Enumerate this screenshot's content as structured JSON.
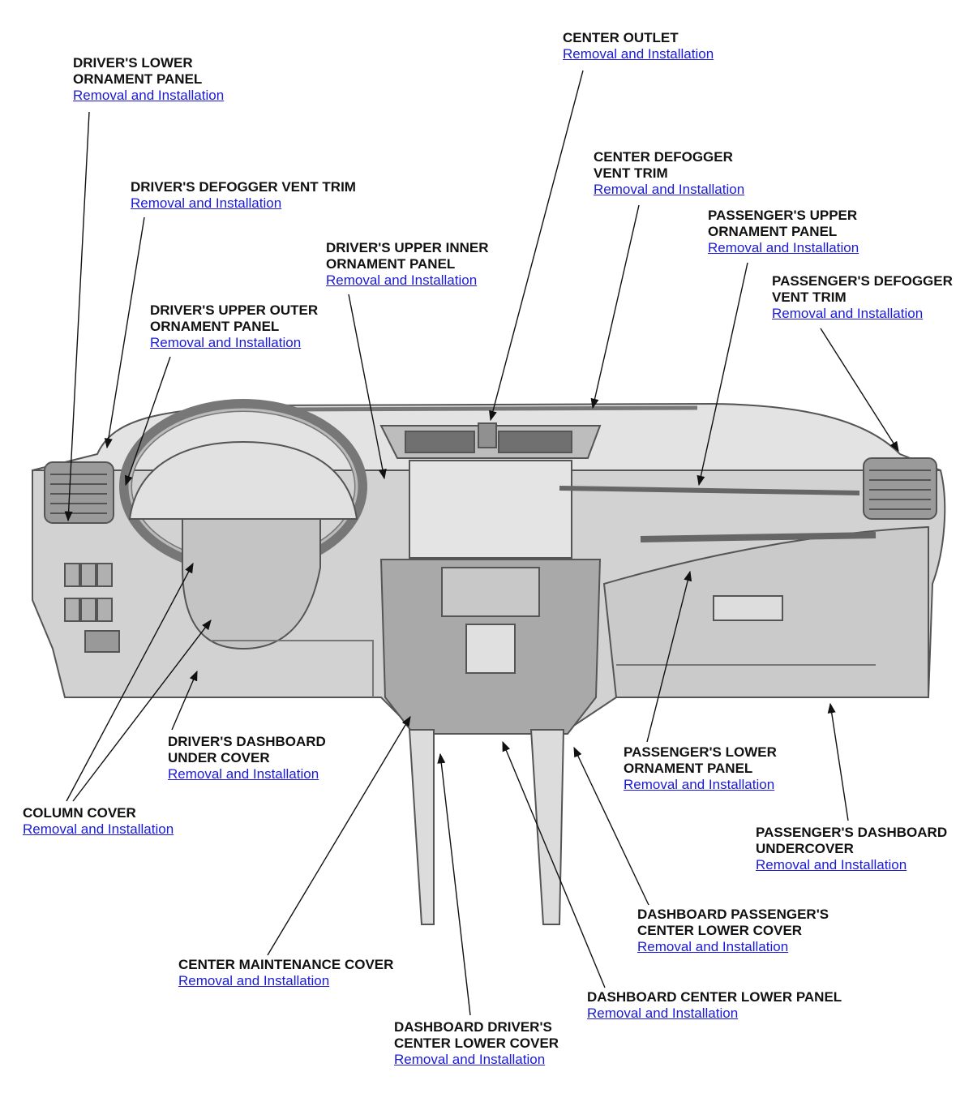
{
  "colors": {
    "link": "#1a1ad8",
    "text": "#111111",
    "leader": "#111111",
    "dash_fill": "#d4d4d4",
    "dash_dark": "#6f6f6f"
  },
  "link_text": "Removal and Installation",
  "callouts": [
    {
      "id": "drivers-lower-ornament-panel",
      "lines": [
        "DRIVER'S LOWER",
        "ORNAMENT PANEL"
      ],
      "link": "Removal and Installation"
    },
    {
      "id": "drivers-defogger-vent-trim",
      "lines": [
        "DRIVER'S DEFOGGER VENT TRIM"
      ],
      "link": "Removal and Installation"
    },
    {
      "id": "drivers-upper-outer-ornament-panel",
      "lines": [
        "DRIVER'S UPPER OUTER",
        "ORNAMENT PANEL"
      ],
      "link": "Removal and Installation"
    },
    {
      "id": "drivers-upper-inner-ornament-panel",
      "lines": [
        "DRIVER'S UPPER INNER",
        "ORNAMENT PANEL"
      ],
      "link": "Removal and Installation"
    },
    {
      "id": "center-outlet",
      "lines": [
        "CENTER OUTLET"
      ],
      "link": "Removal and Installation"
    },
    {
      "id": "center-defogger-vent-trim",
      "lines": [
        "CENTER DEFOGGER",
        "VENT TRIM"
      ],
      "link": "Removal and Installation"
    },
    {
      "id": "passengers-upper-ornament-panel",
      "lines": [
        "PASSENGER'S UPPER",
        "ORNAMENT PANEL"
      ],
      "link": "Removal and Installation"
    },
    {
      "id": "passengers-defogger-vent-trim",
      "lines": [
        "PASSENGER'S DEFOGGER",
        "VENT TRIM"
      ],
      "link": "Removal and Installation"
    },
    {
      "id": "drivers-dashboard-under-cover",
      "lines": [
        "DRIVER'S DASHBOARD",
        "UNDER COVER"
      ],
      "link": "Removal and Installation"
    },
    {
      "id": "column-cover",
      "lines": [
        "COLUMN COVER"
      ],
      "link": "Removal and Installation"
    },
    {
      "id": "passengers-lower-ornament-panel",
      "lines": [
        "PASSENGER'S LOWER",
        "ORNAMENT PANEL"
      ],
      "link": "Removal and Installation"
    },
    {
      "id": "passengers-dashboard-undercover",
      "lines": [
        "PASSENGER'S DASHBOARD",
        "UNDERCOVER"
      ],
      "link": "Removal and Installation"
    },
    {
      "id": "dashboard-passengers-center-lower-cover",
      "lines": [
        "DASHBOARD PASSENGER'S",
        "CENTER LOWER COVER"
      ],
      "link": "Removal and Installation"
    },
    {
      "id": "center-maintenance-cover",
      "lines": [
        "CENTER MAINTENANCE COVER"
      ],
      "link": "Removal and Installation"
    },
    {
      "id": "dashboard-center-lower-panel",
      "lines": [
        "DASHBOARD CENTER LOWER PANEL"
      ],
      "link": "Removal and Installation"
    },
    {
      "id": "dashboard-drivers-center-lower-cover",
      "lines": [
        "DASHBOARD DRIVER'S",
        "CENTER LOWER COVER"
      ],
      "link": "Removal and Installation"
    }
  ]
}
